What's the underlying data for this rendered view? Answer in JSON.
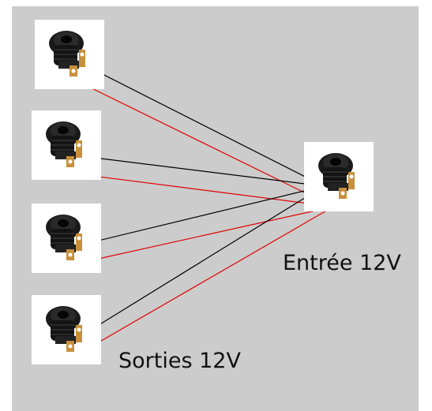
{
  "labels": {
    "input": "Entrée 12V",
    "outputs": "Sorties 12V"
  },
  "colors": {
    "background": "#cccccc",
    "wire_negative": "#000000",
    "wire_positive": "#e00000",
    "jack_body": "#111111",
    "jack_terminal": "#c8903a"
  },
  "components": {
    "outputs": [
      {
        "name": "output-jack-1",
        "icon": "dc-barrel-jack-icon"
      },
      {
        "name": "output-jack-2",
        "icon": "dc-barrel-jack-icon"
      },
      {
        "name": "output-jack-3",
        "icon": "dc-barrel-jack-icon"
      },
      {
        "name": "output-jack-4",
        "icon": "dc-barrel-jack-icon"
      }
    ],
    "input": {
      "name": "input-jack",
      "icon": "dc-barrel-jack-icon"
    }
  }
}
